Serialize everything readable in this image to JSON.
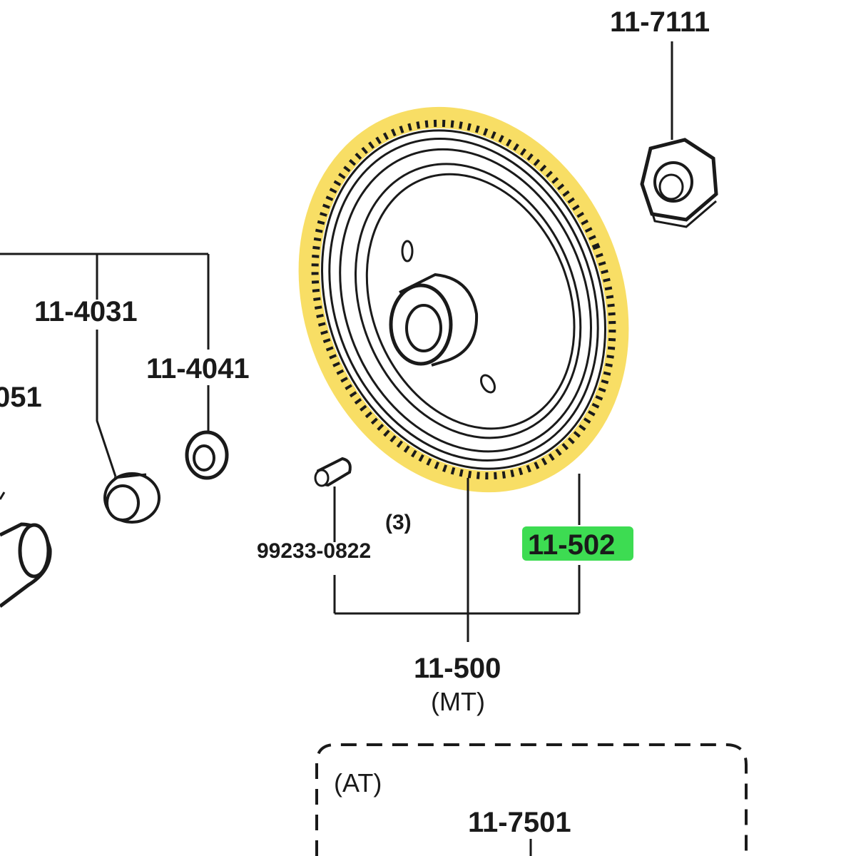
{
  "labels": {
    "p11_7111": "11-7111",
    "p11_4031": "11-4031",
    "p11_4041": "11-4041",
    "p_051": "051",
    "p99233": "99233-0822",
    "p99233_qty": "(3)",
    "p11_502": "11-502",
    "p11_500": "11-500",
    "p11_500_sub": "(MT)",
    "at_box_title": "(AT)",
    "p11_7501": "11-7501"
  },
  "colors": {
    "line": "#1a1a1a",
    "gear_highlight": "#f7d84a",
    "label_highlight": "#3ddc52"
  },
  "icons": {
    "nut": "hex-nut-icon",
    "gear": "ring-gear-icon",
    "bushing": "bushing-icon",
    "washer": "washer-icon",
    "dowel": "dowel-pin-icon"
  }
}
